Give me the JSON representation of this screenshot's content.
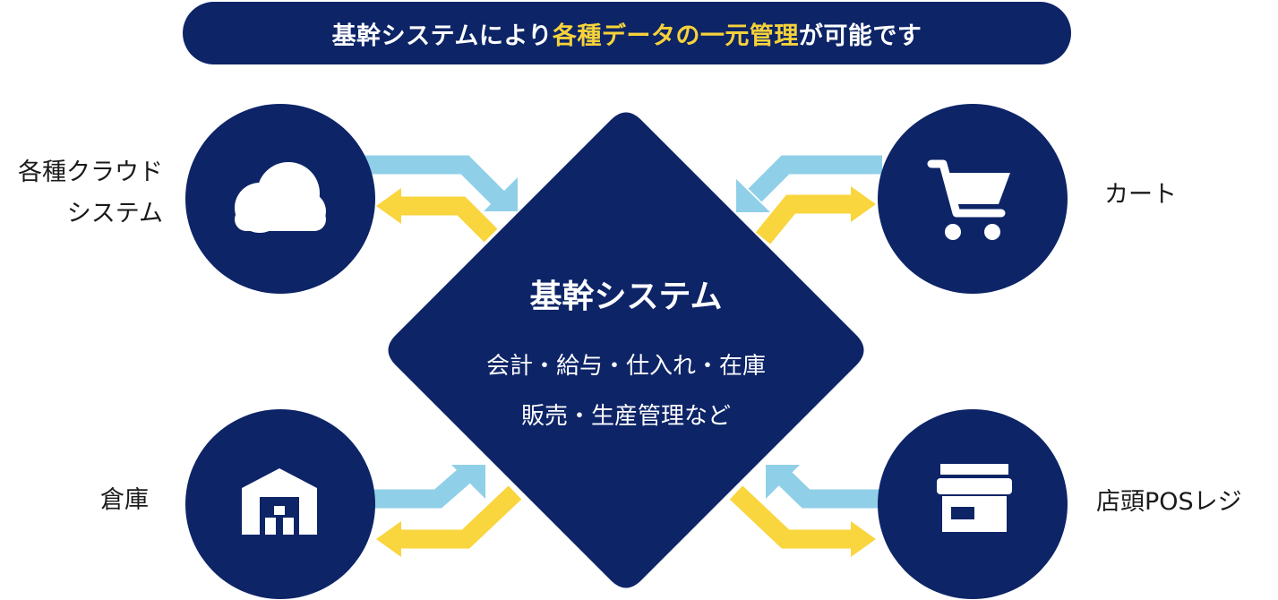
{
  "header": {
    "prefix": "基幹システムにより",
    "highlight": "各種データの一元管理",
    "suffix": "が可能です"
  },
  "center": {
    "title": "基幹システム",
    "line1": "会計・給与・仕入れ・在庫",
    "line2": "販売・生産管理など"
  },
  "nodes": {
    "cloud": {
      "label_line1": "各種クラウド",
      "label_line2": "システム",
      "icon": "cloud-icon"
    },
    "cart": {
      "label": "カート",
      "icon": "shopping-cart-icon"
    },
    "warehouse": {
      "label": "倉庫",
      "icon": "warehouse-icon"
    },
    "pos": {
      "label": "店頭POSレジ",
      "icon": "storefront-icon"
    }
  },
  "colors": {
    "navy": "#0d2467",
    "highlight": "#f6d23a",
    "arrow_blue": "#8fd0e8",
    "arrow_yellow": "#f9d53e",
    "text": "#1a1a1a",
    "white": "#ffffff"
  }
}
